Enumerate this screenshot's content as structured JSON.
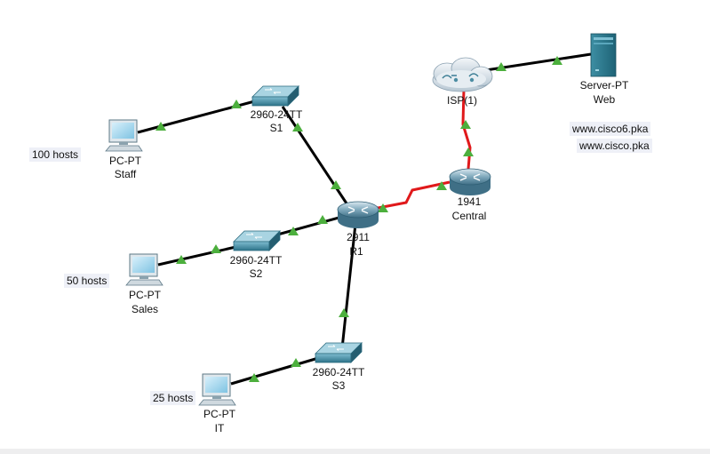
{
  "devices": {
    "s1": {
      "model": "2960-24TT",
      "name": "S1"
    },
    "s2": {
      "model": "2960-24TT",
      "name": "S2"
    },
    "s3": {
      "model": "2960-24TT",
      "name": "S3"
    },
    "r1": {
      "model": "2911",
      "name": "R1"
    },
    "central": {
      "model": "1941",
      "name": "Central"
    },
    "isp": {
      "name": "ISP(1)"
    },
    "server": {
      "model": "Server-PT",
      "name": "Web"
    },
    "pc_staff": {
      "model": "PC-PT",
      "name": "Staff"
    },
    "pc_sales": {
      "model": "PC-PT",
      "name": "Sales"
    },
    "pc_it": {
      "model": "PC-PT",
      "name": "IT"
    }
  },
  "notes": {
    "staff_hosts": "100 hosts",
    "sales_hosts": "50 hosts",
    "it_hosts": "25 hosts",
    "url1": "www.cisco6.pka",
    "url2": "www.cisco.pka"
  },
  "colors": {
    "ethernet": "#000000",
    "serial": "#e0191b",
    "link_up": "#4caf3d",
    "device_teal": "#2f7f93"
  }
}
